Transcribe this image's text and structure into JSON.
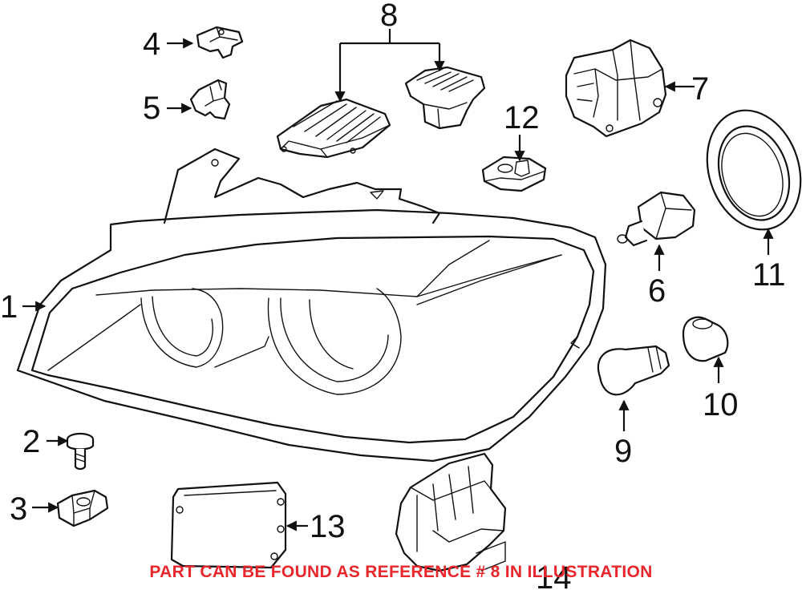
{
  "callouts": {
    "c1": "1",
    "c2": "2",
    "c3": "3",
    "c4": "4",
    "c5": "5",
    "c6": "6",
    "c7": "7",
    "c8": "8",
    "c9": "9",
    "c10": "10",
    "c11": "11",
    "c12": "12",
    "c13": "13",
    "c14": "14"
  },
  "notice": {
    "text": "PART CAN BE FOUND AS REFERENCE # 8 IN ILLUSTRATION",
    "color": "#e8262b"
  },
  "colors": {
    "line": "#111111",
    "background": "#ffffff"
  }
}
